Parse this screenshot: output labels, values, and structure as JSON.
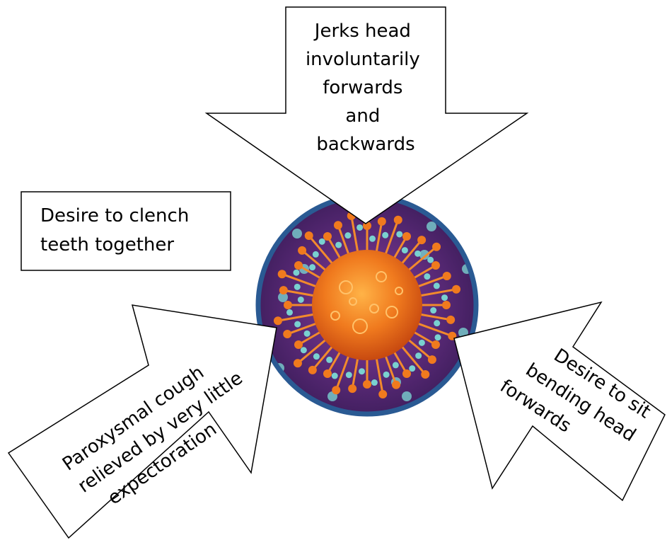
{
  "center_image": {
    "icon": "virus-illustration-icon"
  },
  "top_arrow": {
    "lines": [
      "Jerks head",
      "involuntarily",
      "forwards",
      "and",
      "backwards"
    ]
  },
  "left_box": {
    "lines": [
      "Desire to clench",
      "teeth together"
    ]
  },
  "bottom_left_arrow": {
    "lines": [
      "Paroxysmal cough",
      "relieved by very little",
      "expectoration"
    ]
  },
  "bottom_right_arrow": {
    "lines": [
      "Desire to sit",
      "bending head",
      "forwards"
    ]
  },
  "colors": {
    "circle_border": "#2a5a93",
    "virus_core": "#f07a1e",
    "background_purple": "#5b2a78",
    "spike_teal": "#79d1d0"
  }
}
